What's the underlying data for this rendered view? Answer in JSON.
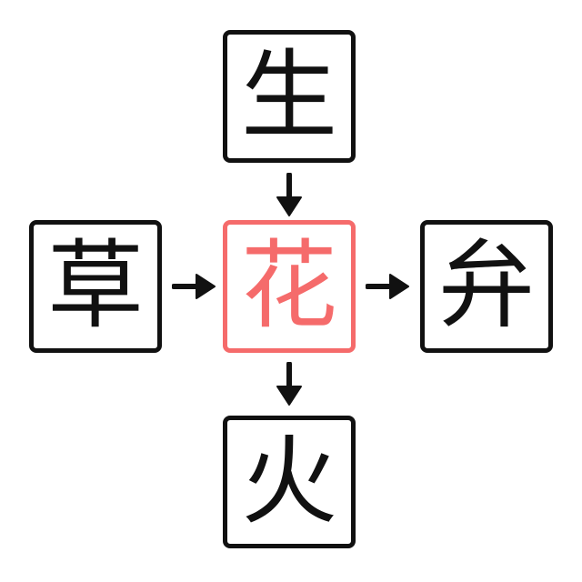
{
  "diagram": {
    "center": {
      "char": "花"
    },
    "top": {
      "char": "生"
    },
    "left": {
      "char": "草"
    },
    "right": {
      "char": "弁"
    },
    "bottom": {
      "char": "火"
    },
    "arrows": [
      {
        "from": "top",
        "to": "center",
        "direction": "down"
      },
      {
        "from": "left",
        "to": "center",
        "direction": "right"
      },
      {
        "from": "center",
        "to": "right",
        "direction": "right"
      },
      {
        "from": "center",
        "to": "bottom",
        "direction": "down"
      }
    ],
    "colors": {
      "box_border": "#111111",
      "accent": "#f56b6b",
      "background": "#ffffff",
      "arrow": "#111111"
    }
  }
}
